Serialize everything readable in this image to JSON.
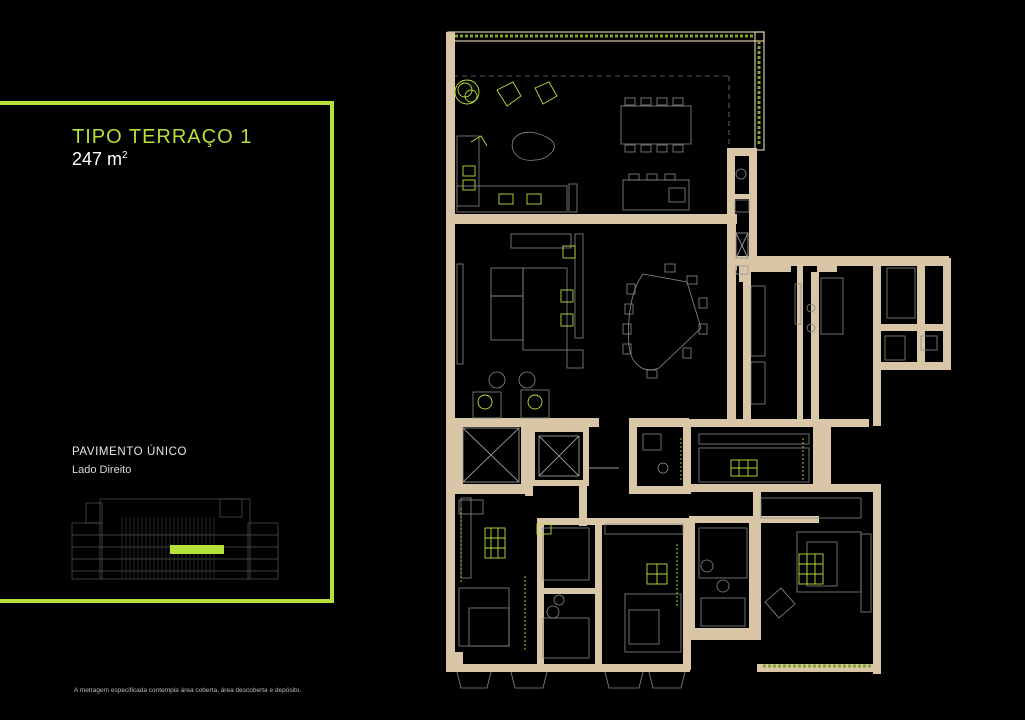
{
  "unit": {
    "title": "TIPO TERRAÇO 1",
    "area_value": "247 m",
    "area_sup": "2",
    "floor": "PAVIMENTO ÚNICO",
    "side": "Lado Direito"
  },
  "footnote": "A metragem especificada contempla área coberta, área descoberta e depósito.",
  "colors": {
    "accent": "#b6e03a",
    "wall": "#d8c6a6",
    "background": "#000000"
  }
}
